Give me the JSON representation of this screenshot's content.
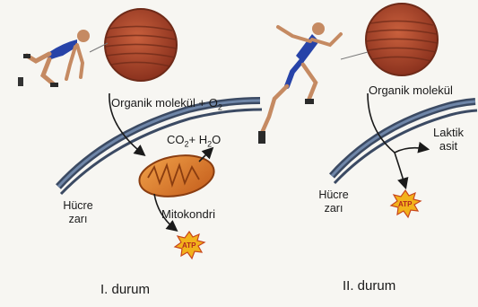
{
  "panels": [
    {
      "molecule_label": "Organik molekül + O",
      "molecule_sub": "2",
      "products_co2": "CO",
      "products_co2_sub": "2",
      "products_plus": "+ H",
      "products_h2o_sub": "2",
      "products_o": "O",
      "membrane_label_line1": "Hücre",
      "membrane_label_line2": "zarı",
      "organelle_label": "Mitokondri",
      "energy_label": "ATP",
      "title": "I. durum"
    },
    {
      "molecule_label": "Organik molekül",
      "product_line1": "Laktik",
      "product_line2": "asit",
      "membrane_label_line1": "Hücre",
      "membrane_label_line2": "zarı",
      "energy_label": "ATP",
      "title": "II. durum"
    }
  ],
  "colors": {
    "membrane": "#3b4a63",
    "membrane_highlight": "#6f86a8",
    "muscle": "#a8452c",
    "mitochondria": "#d9782b",
    "atp_star": "#f2b21b",
    "runner_shirt": "#2743a8",
    "skin": "#c58a62"
  },
  "icons": {
    "runner_1": "crouching-sprinter-icon",
    "runner_2": "sprinting-runner-icon",
    "muscle": "muscle-tissue-icon",
    "mitochondria": "mitochondria-icon",
    "atp": "atp-starburst-icon"
  }
}
